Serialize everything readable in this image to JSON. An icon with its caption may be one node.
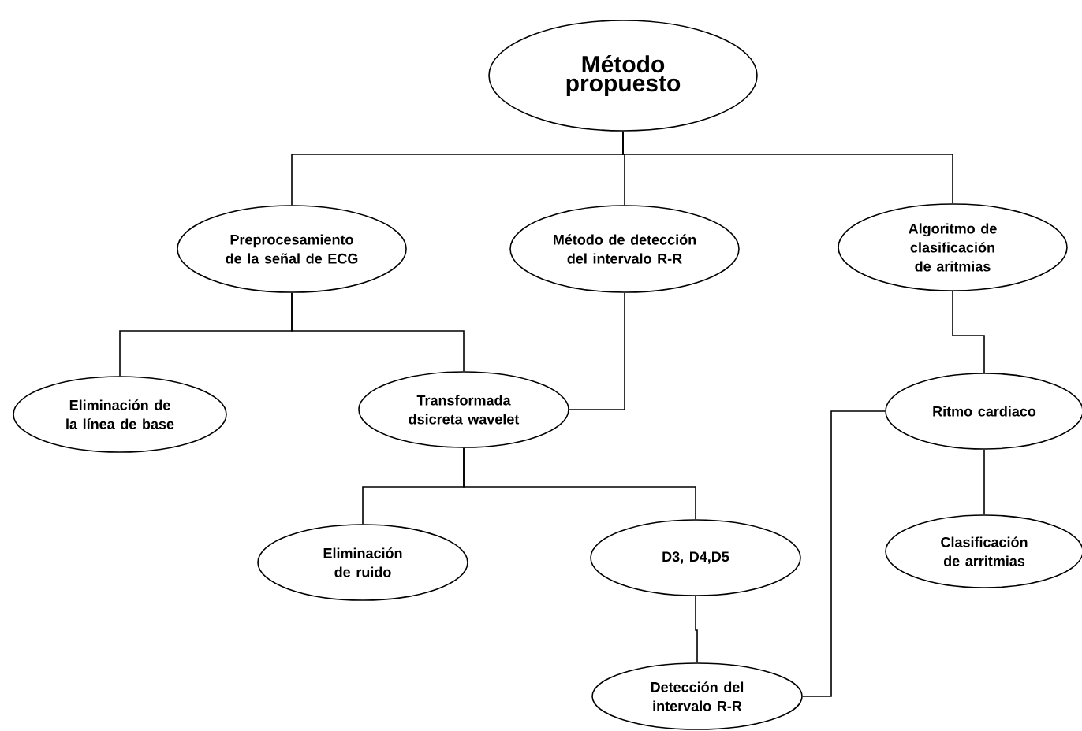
{
  "diagram": {
    "nodes": [
      {
        "text": [
          "Método propuesto"
        ]
      },
      {
        "text": [
          "Preprocesamiento de la señal de ECG"
        ]
      },
      {
        "text": [
          "Método de detección del intervalo R-R"
        ]
      },
      {
        "text": [
          "Algoritmo de clasificación de aritmias"
        ]
      },
      {
        "text": [
          "Eliminación de la línea de base"
        ]
      },
      {
        "text": [
          "Transformada dsicreta wavelet"
        ]
      },
      {
        "text": [
          "Ritmo cardiaco"
        ]
      },
      {
        "text": [
          "Eliminación de ruido"
        ]
      },
      {
        "text": [
          "D3, D4,D5"
        ]
      },
      {
        "text": [
          "Clasificación de arritmias"
        ]
      },
      {
        "text": [
          "Detección del intervalo R-R"
        ]
      }
    ],
    "edges": [
      {
        "from": 0,
        "to": 1,
        "arrow": "none"
      },
      {
        "from": 0,
        "to": 2,
        "arrow": "none"
      },
      {
        "from": 0,
        "to": 3,
        "arrow": "none"
      },
      {
        "from": 1,
        "to": 4,
        "arrow": "none"
      },
      {
        "from": 1,
        "to": 5,
        "arrow": "none"
      },
      {
        "from": 2,
        "to": 5,
        "arrow": "none"
      },
      {
        "from": 3,
        "to": 6,
        "arrow": "none"
      },
      {
        "from": 5,
        "to": 7,
        "arrow": "none"
      },
      {
        "from": 5,
        "to": 8,
        "arrow": "none"
      },
      {
        "from": 8,
        "to": 10,
        "arrow": "none"
      },
      {
        "from": 10,
        "to": 6,
        "arrow": "none"
      },
      {
        "from": 6,
        "to": 9,
        "arrow": "none"
      }
    ]
  }
}
